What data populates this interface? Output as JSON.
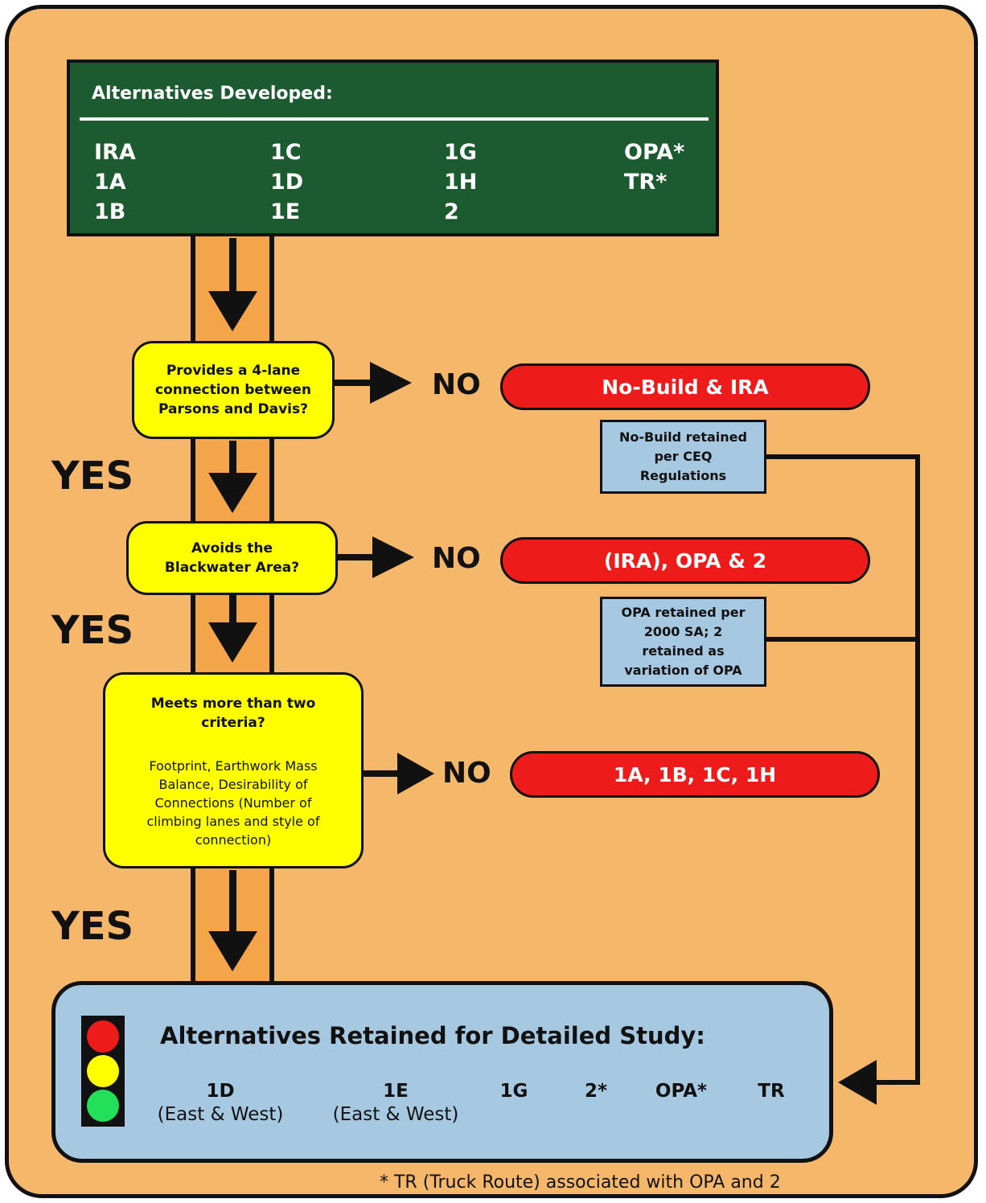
{
  "developed": {
    "title": "Alternatives Developed:",
    "items": [
      "IRA",
      "1A",
      "1B",
      "1C",
      "1D",
      "1E",
      "1G",
      "1H",
      "2",
      "OPA*",
      "TR*"
    ]
  },
  "decisions": [
    {
      "question": "Provides a 4-lane connection between Parsons and Davis?",
      "yes": "YES",
      "no": "NO",
      "eliminated": "No-Build & IRA",
      "note": "No-Build retained per CEQ Regulations"
    },
    {
      "question": "Avoids the Blackwater Area?",
      "yes": "YES",
      "no": "NO",
      "eliminated": "(IRA), OPA & 2",
      "note": "OPA retained per 2000 SA; 2 retained as variation of OPA"
    },
    {
      "question": "Meets more than two criteria?",
      "criteria": "Footprint, Earthwork Mass Balance, Desirability of Connections (Number of climbing lanes and style of connection)",
      "yes": "YES",
      "no": "NO",
      "eliminated": "1A, 1B, 1C, 1H"
    }
  ],
  "retained": {
    "title": "Alternatives Retained for Detailed Study:",
    "items": [
      {
        "label": "1D",
        "sub": "(East & West)"
      },
      {
        "label": "1E",
        "sub": "(East & West)"
      },
      {
        "label": "1G",
        "sub": ""
      },
      {
        "label": "2*",
        "sub": ""
      },
      {
        "label": "OPA*",
        "sub": ""
      },
      {
        "label": "TR",
        "sub": ""
      }
    ],
    "traffic_light_colors": [
      "#ee1b1b",
      "#ffff00",
      "#22e05a"
    ]
  },
  "footnote": "* TR (Truck Route) associated with OPA and 2",
  "colors": {
    "background": "#f5b769",
    "pipe": "#f4a54a",
    "header_green": "#1c5a2f",
    "decision_yellow": "#ffff00",
    "eliminated_red": "#ee1b1b",
    "note_blue": "#a6c8e0"
  }
}
